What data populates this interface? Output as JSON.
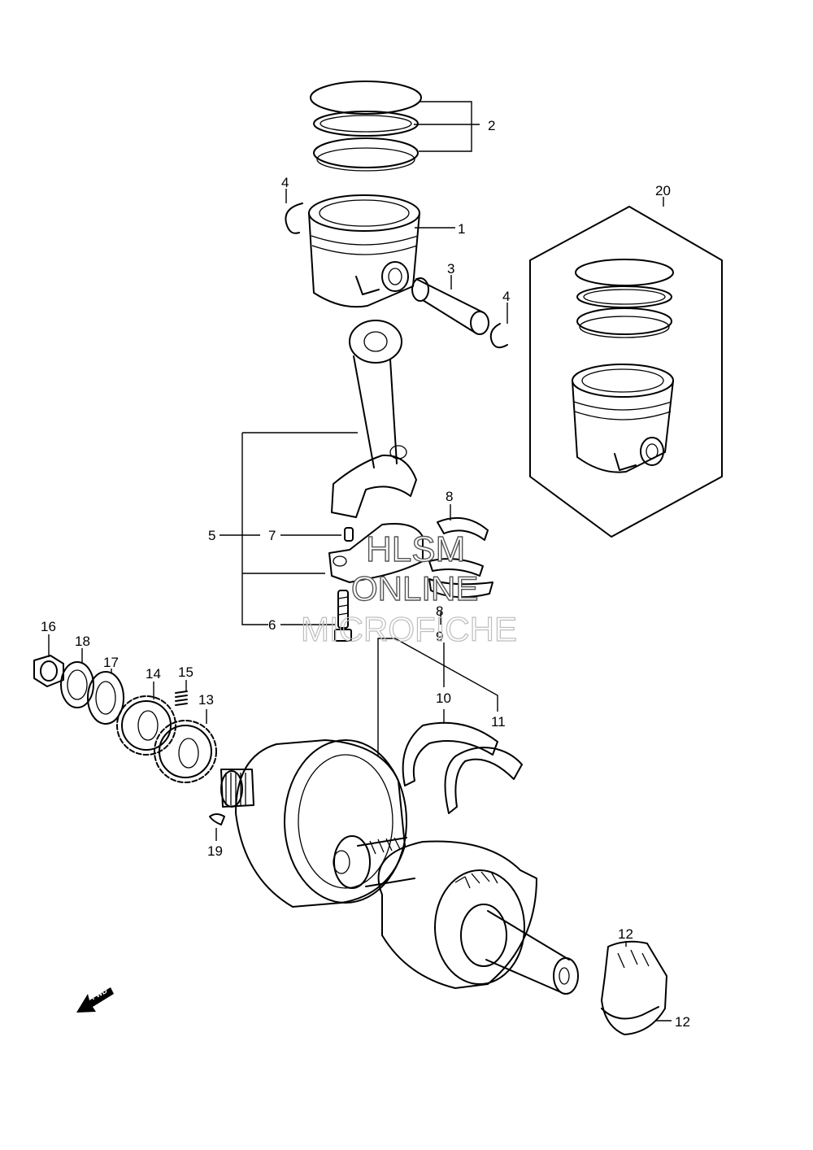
{
  "callouts": {
    "c1": "1",
    "c2": "2",
    "c3": "3",
    "c4a": "4",
    "c4b": "4",
    "c5": "5",
    "c6": "6",
    "c7": "7",
    "c8a": "8",
    "c8b": "8",
    "c9": "9",
    "c10": "10",
    "c11": "11",
    "c12a": "12",
    "c12b": "12",
    "c13": "13",
    "c14": "14",
    "c15": "15",
    "c16": "16",
    "c17": "17",
    "c18": "18",
    "c19": "19",
    "c20": "20"
  },
  "watermark": {
    "line1": "HLSM",
    "line2": "ONLINE",
    "line3": "MICROFICHE"
  },
  "fwd_label": "FWD",
  "colors": {
    "line": "#000000",
    "background": "#ffffff"
  }
}
